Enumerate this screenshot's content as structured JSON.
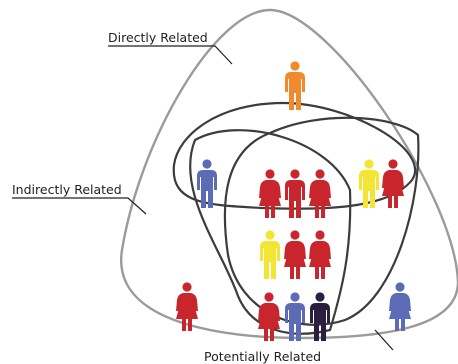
{
  "labels": {
    "directly": "Directly Related",
    "indirectly": "Indirectly Related",
    "potentially": "Potentially Related"
  },
  "colors": {
    "red": "#c8262c",
    "yellow": "#f2e633",
    "orange": "#f08a2c",
    "blue": "#5b6bb5",
    "navy": "#2b1f3f",
    "outer_line": "#9b9b9b",
    "inner_line": "#3c3c3c"
  },
  "figures": [
    {
      "zone": "directly-only",
      "type": "man",
      "color": "orange"
    },
    {
      "zone": "directly-indirectly",
      "type": "man",
      "color": "blue"
    },
    {
      "zone": "directly-potentially",
      "type": "man",
      "color": "yellow"
    },
    {
      "zone": "directly-potentially",
      "type": "woman",
      "color": "red"
    },
    {
      "zone": "all-three",
      "type": "woman",
      "color": "red"
    },
    {
      "zone": "all-three",
      "type": "man",
      "color": "red"
    },
    {
      "zone": "all-three",
      "type": "woman",
      "color": "red"
    },
    {
      "zone": "all-three",
      "type": "man",
      "color": "yellow"
    },
    {
      "zone": "all-three",
      "type": "woman",
      "color": "red"
    },
    {
      "zone": "all-three",
      "type": "woman",
      "color": "red"
    },
    {
      "zone": "indirectly-only",
      "type": "woman",
      "color": "red"
    },
    {
      "zone": "indirectly-potentially",
      "type": "woman",
      "color": "red"
    },
    {
      "zone": "indirectly-potentially",
      "type": "man",
      "color": "blue"
    },
    {
      "zone": "indirectly-potentially",
      "type": "man",
      "color": "navy"
    },
    {
      "zone": "potentially-only",
      "type": "woman",
      "color": "blue"
    }
  ]
}
